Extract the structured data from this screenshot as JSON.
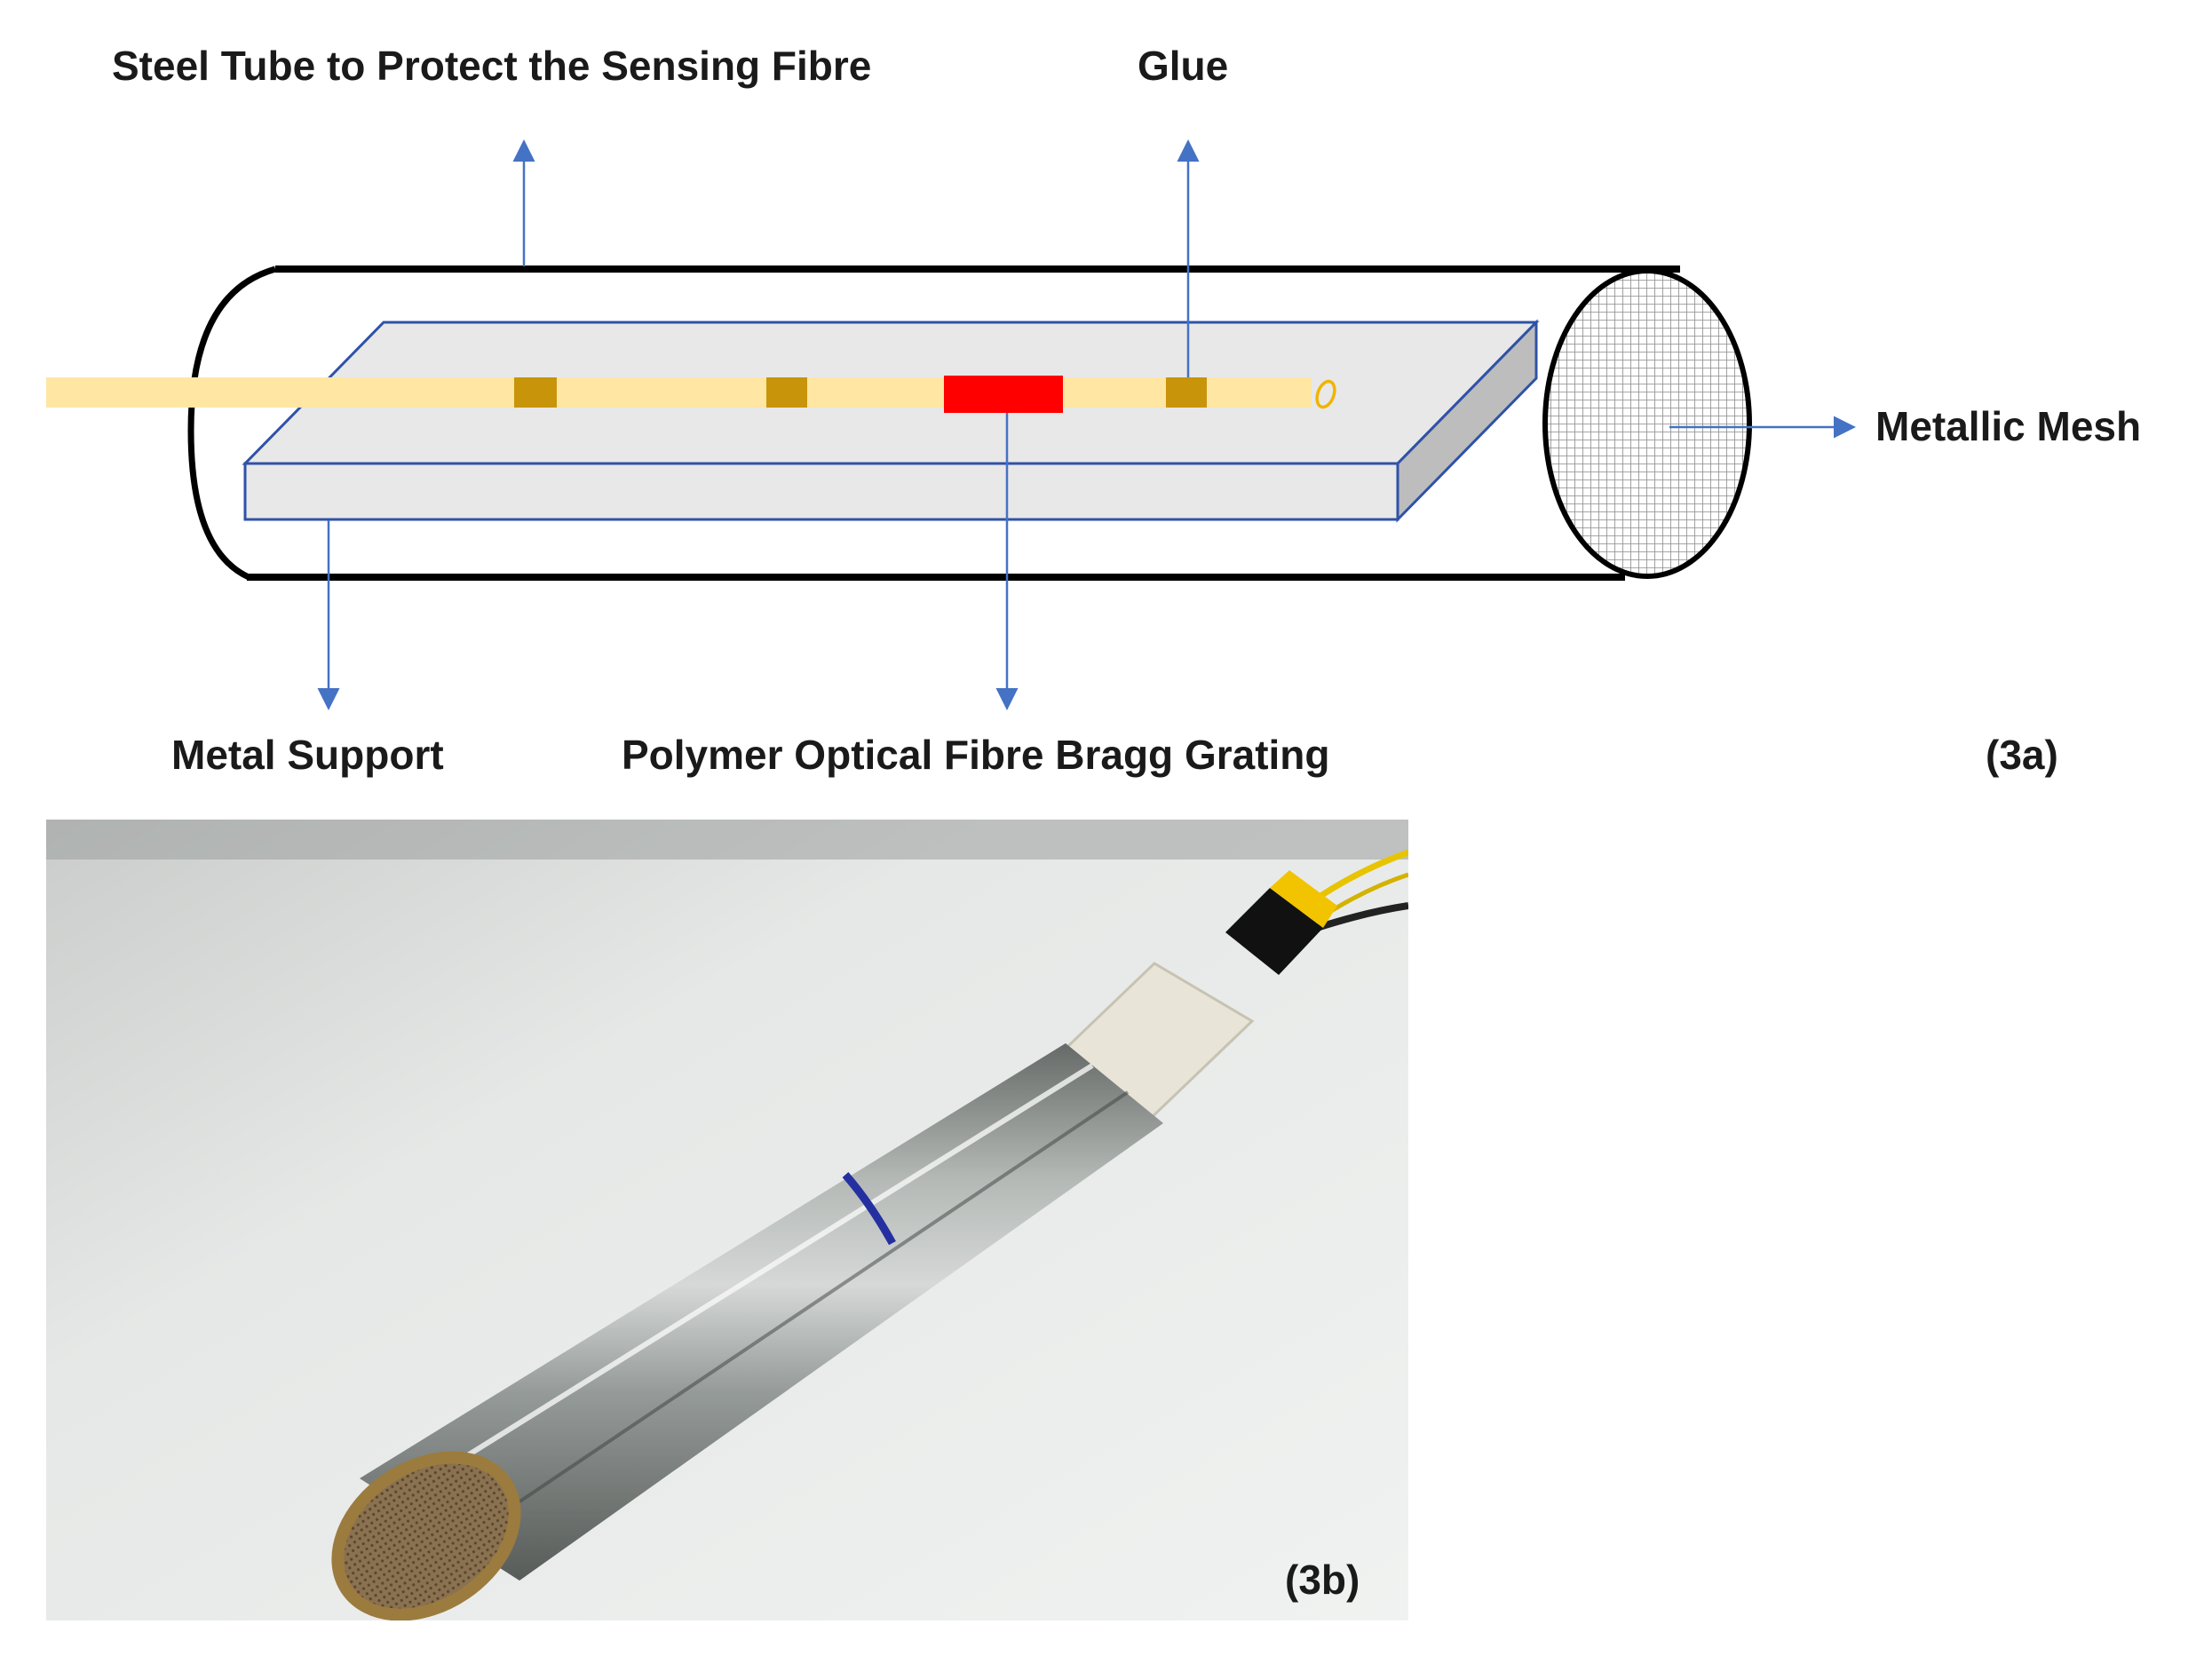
{
  "figure_a": {
    "panel_label": "(3a)",
    "labels": {
      "steel_tube": "Steel Tube to Protect the Sensing Fibre",
      "glue": "Glue",
      "metallic_mesh": "Metallic Mesh",
      "metal_support": "Metal Support",
      "pofbg": "Polymer Optical Fibre Bragg Grating"
    },
    "colors": {
      "fibre": "#ffe6a3",
      "glue_spot": "#c8940a",
      "grating": "#ff0000",
      "support_top": "#e8e8e8",
      "support_side": "#bdbdbd",
      "outline": "#2f52a8",
      "arrow": "#4472c4",
      "tube": "#000000"
    }
  },
  "figure_b": {
    "panel_label": "(3b)"
  }
}
